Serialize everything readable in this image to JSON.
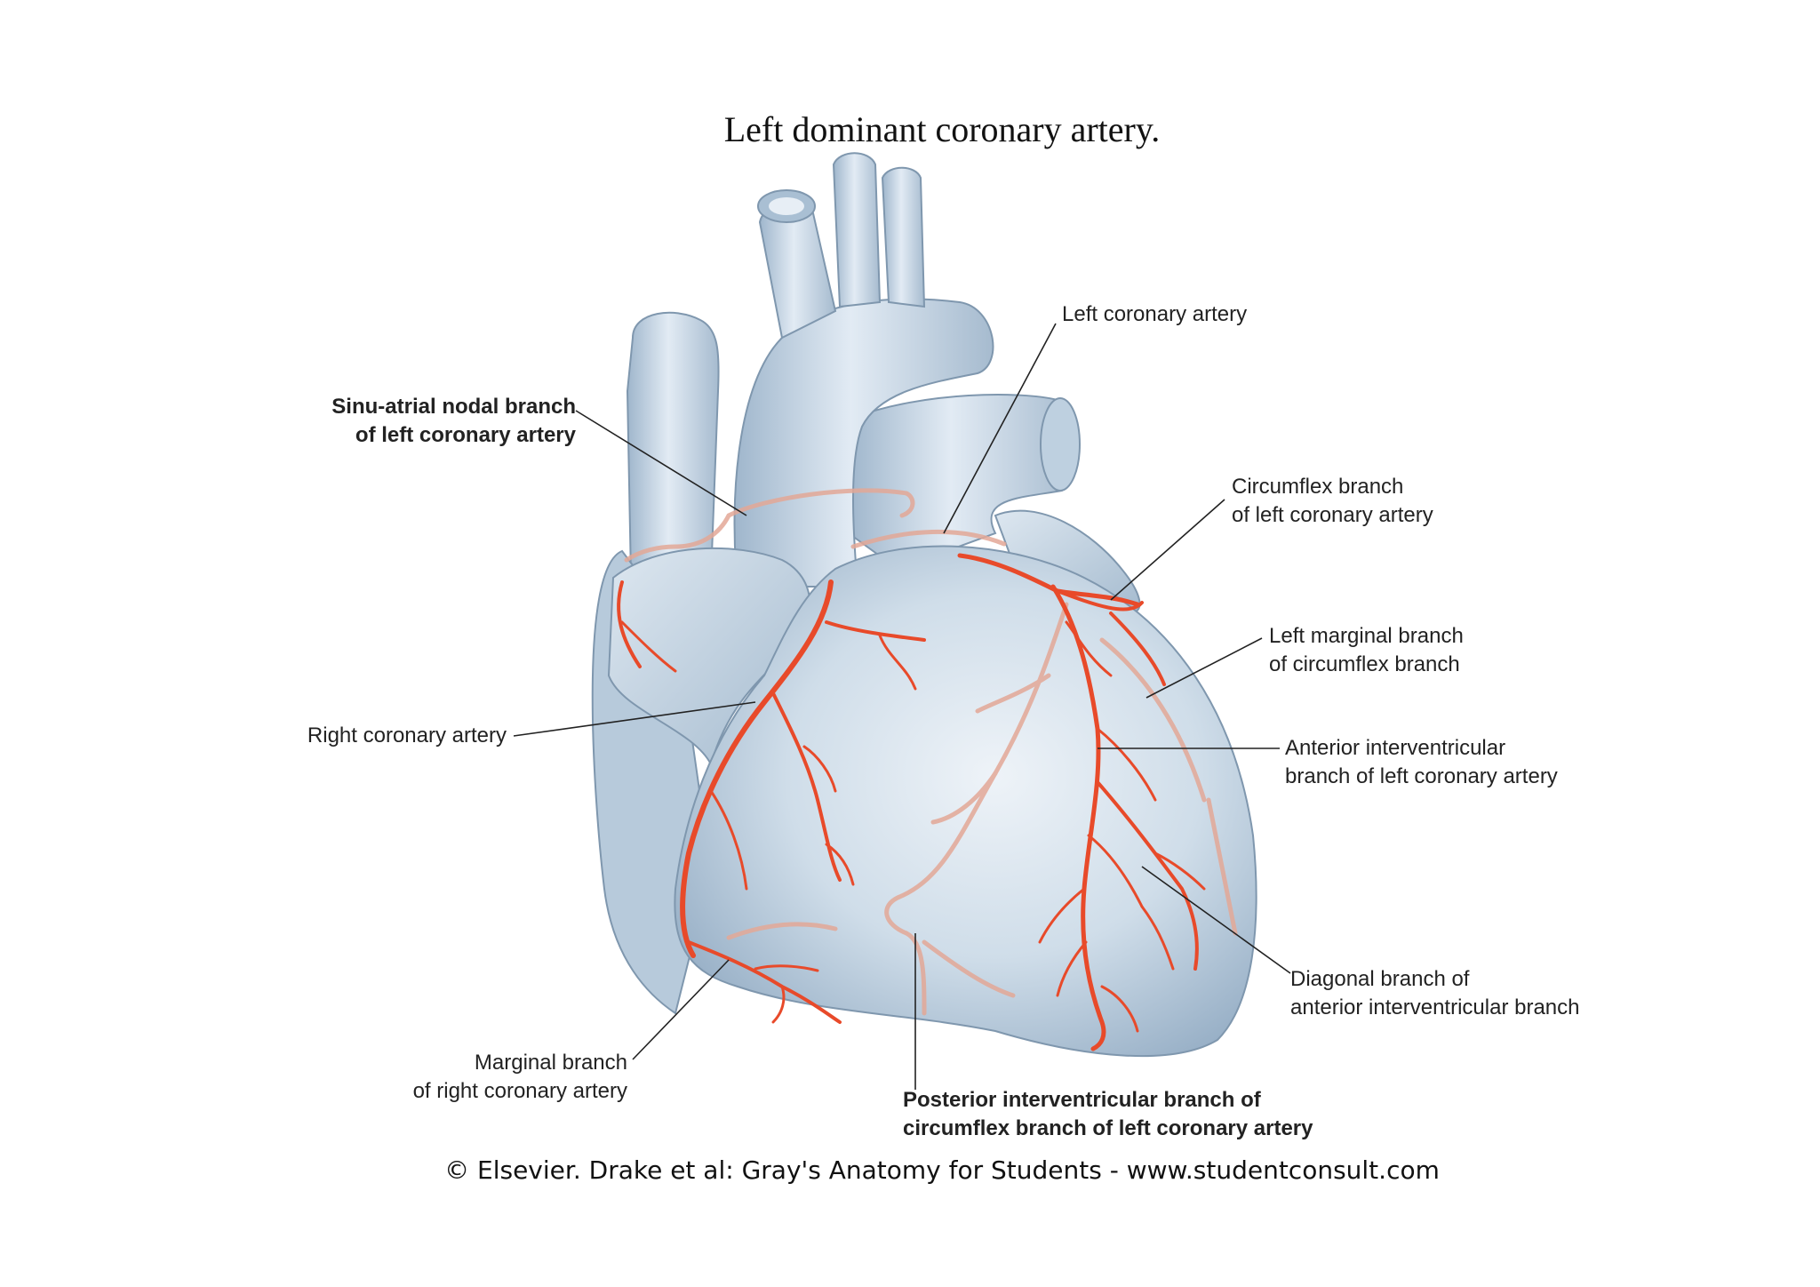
{
  "title": "Left dominant coronary artery.",
  "labels": {
    "sinu_atrial": {
      "line1": "Sinu-atrial nodal branch",
      "line2": "of left coronary artery"
    },
    "left_coronary": {
      "line1": "Left coronary artery"
    },
    "circumflex": {
      "line1": "Circumflex branch",
      "line2": "of left coronary artery"
    },
    "left_marginal": {
      "line1": "Left marginal branch",
      "line2": "of circumflex branch"
    },
    "right_coronary": {
      "line1": "Right coronary artery"
    },
    "anterior_iv": {
      "line1": "Anterior interventricular",
      "line2": "branch of left coronary artery"
    },
    "diagonal": {
      "line1": "Diagonal branch of",
      "line2": "anterior interventricular branch"
    },
    "marginal_right": {
      "line1": "Marginal branch",
      "line2": "of right coronary artery"
    },
    "posterior_iv": {
      "line1": "Posterior interventricular branch of",
      "line2": "circumflex branch of left coronary artery"
    }
  },
  "credit": "© Elsevier. Drake et al: Gray's Anatomy for Students - www.studentconsult.com",
  "colors": {
    "heart_fill": "#c9d9e8",
    "heart_shadow": "#9fb6cc",
    "heart_light": "#e4edf5",
    "outline": "#7f97ae",
    "artery": "#e84a2a",
    "artery_faint": "#e3a897",
    "leader": "#222222"
  }
}
